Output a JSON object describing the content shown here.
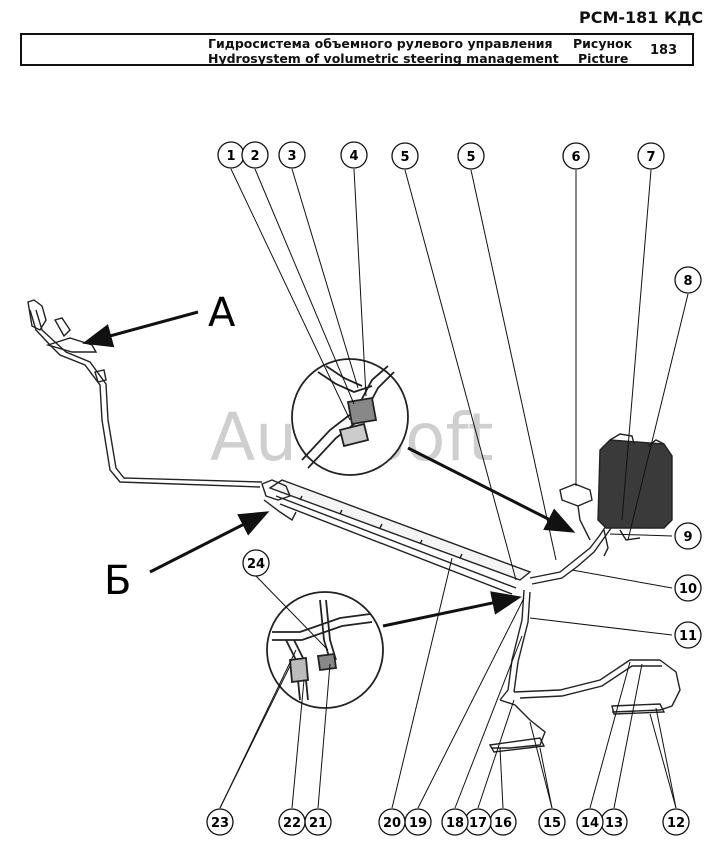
{
  "header": {
    "model": "РСМ-181 КДС",
    "title_ru": "Гидросистема объемного рулевого управления",
    "title_en": "Hydrosystem of volumetric steering management",
    "picture_ru": "Рисунок",
    "picture_en": "Picture",
    "picture_number": "183"
  },
  "watermark": "AutoSoft",
  "view_labels": {
    "a": "А",
    "b": "Б"
  },
  "callouts": [
    "1",
    "2",
    "3",
    "4",
    "5",
    "5",
    "6",
    "7",
    "8",
    "9",
    "10",
    "11",
    "12",
    "13",
    "14",
    "15",
    "16",
    "17",
    "18",
    "19",
    "20",
    "21",
    "22",
    "23",
    "24"
  ]
}
